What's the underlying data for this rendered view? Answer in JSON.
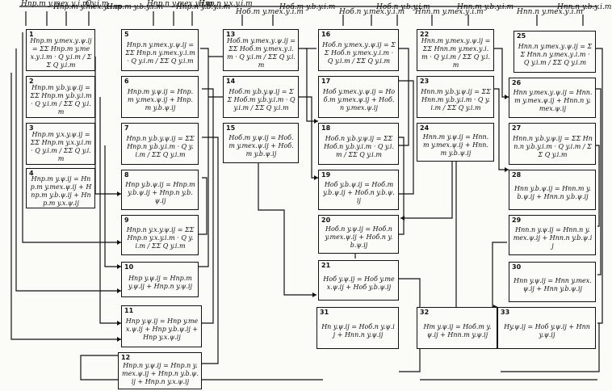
{
  "inputs": {
    "in_1": "Hпр.т y.тех.у.i.m",
    "in_2": "Hпр.т y.тех.у.i.m",
    "in_3": "Qy.i.m",
    "in_4": "Hпр.т y.b.y.i.m",
    "in_5": "Hпр.п y.тех.у.i.m",
    "in_6": "Hпр.п y.b.y.i.m",
    "in_7": "Hпр.п y.x.y.i.m",
    "in_8": "Hоб.т y.тех.у.i.m",
    "in_9": "Hоб.т y.b.y.i.m",
    "in_10": "Hоб.п y.тех.у.i.m",
    "in_11": "Hоб.п y.b.y.i.m",
    "in_12": "Hпп.т y.тех.у.i.m",
    "in_13": "Hпп.т y.b.y.i.m",
    "in_14": "Hпп.п y.тех.у.i.m",
    "in_15": "Hпп.п y.b.y.i.m"
  },
  "blocks": {
    "b1": {
      "num": "1",
      "formula": "Hпр.т y.тех.у.ψ.ij = ΣΣ Hпр.т y.тех.у.i.m · Q y.i.m / ΣΣ Q y.i.m"
    },
    "b2": {
      "num": "2",
      "formula": "Hпр.т y.b.y.ψ.ij = ΣΣ Hпр.т y.b.y.i.m · Q y.i.m / ΣΣ Q y.i.m"
    },
    "b3": {
      "num": "3",
      "formula": "Hпр.т y.x.y.ψ.ij = ΣΣ Hпр.т y.x.y.i.m · Q y.i.m / ΣΣ Q y.i.m"
    },
    "b4": {
      "num": "4",
      "formula": "Hпр.т y.ψ.ij = Hпр.т y.тех.ψ.ij + Hпр.т y.b.ψ.ij + Hпр.т y.x.ψ.ij"
    },
    "b5": {
      "num": "5",
      "formula": "Hпр.п y.тех.у.ψ.ij = ΣΣ Hпр.п y.тех.у.i.m · Q y.i.m / ΣΣ Q y.i.m"
    },
    "b6": {
      "num": "6",
      "formula": "Hпр.т y.ψ.ij = Hпр.т y.тех.ψ.ij + Hпр.т y.b.ψ.ij"
    },
    "b7": {
      "num": "7",
      "formula": "Hпр.п y.b.y.ψ.ij = ΣΣ Hпр.п y.b.y.i.m · Q y.i.m / ΣΣ Q y.i.m"
    },
    "b8": {
      "num": "8",
      "formula": "Hпр y.b.ψ.ij = Hпр.т y.b.ψ.ij + Hпр.п y.b.ψ.ij"
    },
    "b9": {
      "num": "9",
      "formula": "Hпр.п y.x.y.ψ.ij = ΣΣ Hпр.п y.x.y.i.m · Q y.i.m / ΣΣ Q y.i.m"
    },
    "b10": {
      "num": "10",
      "formula": "Hпр y.ψ.ij = Hпр.т y.ψ.ij + Hпр.п y.ψ.ij"
    },
    "b11": {
      "num": "11",
      "formula": "Hпр y.ψ.ij = Hпр y.тех.ψ.ij + Hпр y.b.ψ.ij + Hпр y.x.ψ.ij"
    },
    "b12": {
      "num": "12",
      "formula": "Hпр.п y.ψ.ij = Hпр.п y.тех.ψ.ij + Hпр.п y.b.ψ.ij + Hпр.п y.x.ψ.ij"
    },
    "b13": {
      "num": "13",
      "formula": "Hоб.т y.тех.у.ψ.ij = ΣΣ Hоб.т y.тех.у.i.m · Q y.i.m / ΣΣ Q y.i.m"
    },
    "b14": {
      "num": "14",
      "formula": "Hоб.т y.b.y.ψ.ij = ΣΣ Hоб.т y.b.y.i.m · Q y.i.m / ΣΣ Q y.i.m"
    },
    "b15": {
      "num": "15",
      "formula": "Hоб.т y.ψ.ij = Hоб.т y.тех.ψ.ij + Hоб.т y.b.ψ.ij"
    },
    "b16": {
      "num": "16",
      "formula": "Hоб.п y.тех.у.ψ.ij = ΣΣ Hоб.п y.тех.у.i.m · Q y.i.m / ΣΣ Q y.i.m"
    },
    "b17": {
      "num": "17",
      "formula": "Hоб y.тех.у.ψ.ij = Hоб.т y.тех.ψ.ij + Hоб.п y.тех.ψ.ij"
    },
    "b18": {
      "num": "18",
      "formula": "Hоб.п y.b.y.ψ.ij = ΣΣ Hоб.п y.b.y.i.m · Q y.i.m / ΣΣ Q y.i.m"
    },
    "b19": {
      "num": "19",
      "formula": "Hоб y.b.ψ.ij = Hоб.т y.b.ψ.ij + Hоб.п y.b.ψ.ij"
    },
    "b20": {
      "num": "20",
      "formula": "Hоб.п y.ψ.ij = Hоб.п y.тех.ψ.ij + Hоб.п y.b.ψ.ij"
    },
    "b21": {
      "num": "21",
      "formula": "Hоб y.ψ.ij = Hоб y.тех.ψ.ij + Hоб y.b.ψ.ij"
    },
    "b22": {
      "num": "22",
      "formula": "Hпп.т y.тех.у.ψ.ij = ΣΣ Hпп.т y.тех.у.i.m · Q y.i.m / ΣΣ Q y.i.m"
    },
    "b23": {
      "num": "23",
      "formula": "Hпп.т y.b.y.ψ.ij = ΣΣ Hпп.т y.b.y.i.m · Q y.i.m / ΣΣ Q y.i.m"
    },
    "b24": {
      "num": "24",
      "formula": "Hпп.т y.ψ.ij = Hпп.т y.тех.ψ.ij + Hпп.т y.b.ψ.ij"
    },
    "b25": {
      "num": "25",
      "formula": "Hпп.п y.тех.у.ψ.ij = ΣΣ Hпп.п y.тех.у.i.m · Q y.i.m / ΣΣ Q y.i.m"
    },
    "b26": {
      "num": "26",
      "formula": "Hпп y.тех.у.ψ.ij = Hпп.т y.тех.ψ.ij + Hпп.п y.тех.ψ.ij"
    },
    "b27": {
      "num": "27",
      "formula": "Hпп.п y.b.y.ψ.ij = ΣΣ Hпп.п y.b.y.i.m · Q y.i.m / ΣΣ Q y.i.m"
    },
    "b28": {
      "num": "28",
      "formula": "Hпп y.b.ψ.ij = Hпп.т y.b.ψ.ij + Hпп.п y.b.ψ.ij"
    },
    "b29": {
      "num": "29",
      "formula": "Hпп.п y.ψ.ij = Hпп.п y.тех.ψ.ij + Hпп.п y.b.ψ.ij"
    },
    "b30": {
      "num": "30",
      "formula": "Hпп y.ψ.ij = Hпп y.тех.ψ.ij + Hпп y.b.ψ.ij"
    },
    "b31": {
      "num": "31",
      "formula": "Hп y.ψ.ij = Hоб.п y.ψ.ij + Hпп.п y.ψ.ij"
    },
    "b32": {
      "num": "32",
      "formula": "Hт y.ψ.ij = Hоб.т y.ψ.ij + Hпп.т y.ψ.ij"
    },
    "b33": {
      "num": "33",
      "formula": "Hy.ψ.ij = Hоб y.ψ.ij + Hпп y.ψ.ij"
    }
  }
}
